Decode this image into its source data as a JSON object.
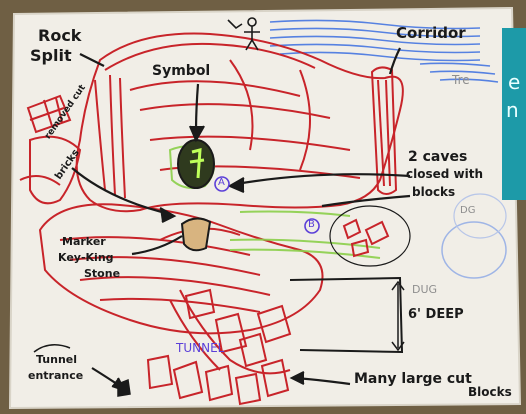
{
  "sketch": {
    "labels": {
      "rock_split_line1": "Rock",
      "rock_split_line2": "Split",
      "corridor": "Corridor",
      "symbol": "Symbol",
      "removed_cut_bricks_1": "removed cut",
      "removed_cut_bricks_2": "bricks",
      "two_caves_1": "2 caves",
      "two_caves_2": "closed with",
      "two_caves_3": "blocks",
      "marker_1": "Marker",
      "marker_2": "Key-King",
      "marker_3": "Stone",
      "dug": "DUG",
      "six_deep": "6' DEEP",
      "tunnel": "TUNNEL",
      "tunnel_entrance_1": "Tunnel",
      "tunnel_entrance_2": "entrance",
      "many_blocks_1": "Many large cut",
      "many_blocks_2": "Blocks",
      "marker_a": "A",
      "marker_b": "B",
      "faint_tre": "Tre",
      "faint_dg": "DG"
    },
    "colors": {
      "paper": "#f1eee7",
      "red_ink": "#c8242a",
      "blue_ink": "#3b6fe0",
      "green_ink": "#8ccf4a",
      "black_ink": "#1a1a1a",
      "purple_ink": "#5b3fd8"
    }
  },
  "overlay": {
    "panel_text_1": "e",
    "panel_text_2": "n",
    "color": "#1d9aa8"
  }
}
